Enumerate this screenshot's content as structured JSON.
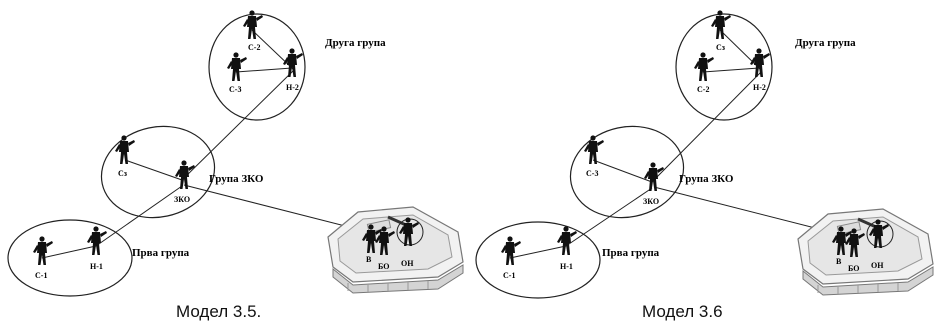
{
  "diagrams": [
    {
      "caption": "Модел 3.5.",
      "groups": {
        "second": {
          "title": "Друга група",
          "members": [
            "С-2",
            "С-3",
            "Н-2"
          ]
        },
        "zko": {
          "title": "Група ЗКО",
          "members": [
            "Сз",
            "ЗКО"
          ]
        },
        "first": {
          "title": "Прва група",
          "members": [
            "С-1",
            "Н-1"
          ]
        }
      },
      "vehicle": {
        "crew": [
          "В",
          "БО",
          "ОН"
        ]
      }
    },
    {
      "caption": "Модел 3.6",
      "groups": {
        "second": {
          "title": "Друга група",
          "members": [
            "Сз",
            "С-2",
            "Н-2"
          ]
        },
        "zko": {
          "title": "Група ЗКО",
          "members": [
            "С-3",
            "ЗКО"
          ]
        },
        "first": {
          "title": "Прва група",
          "members": [
            "С-1",
            "Н-1"
          ]
        }
      },
      "vehicle": {
        "crew": [
          "В",
          "БО",
          "ОН"
        ]
      }
    }
  ]
}
